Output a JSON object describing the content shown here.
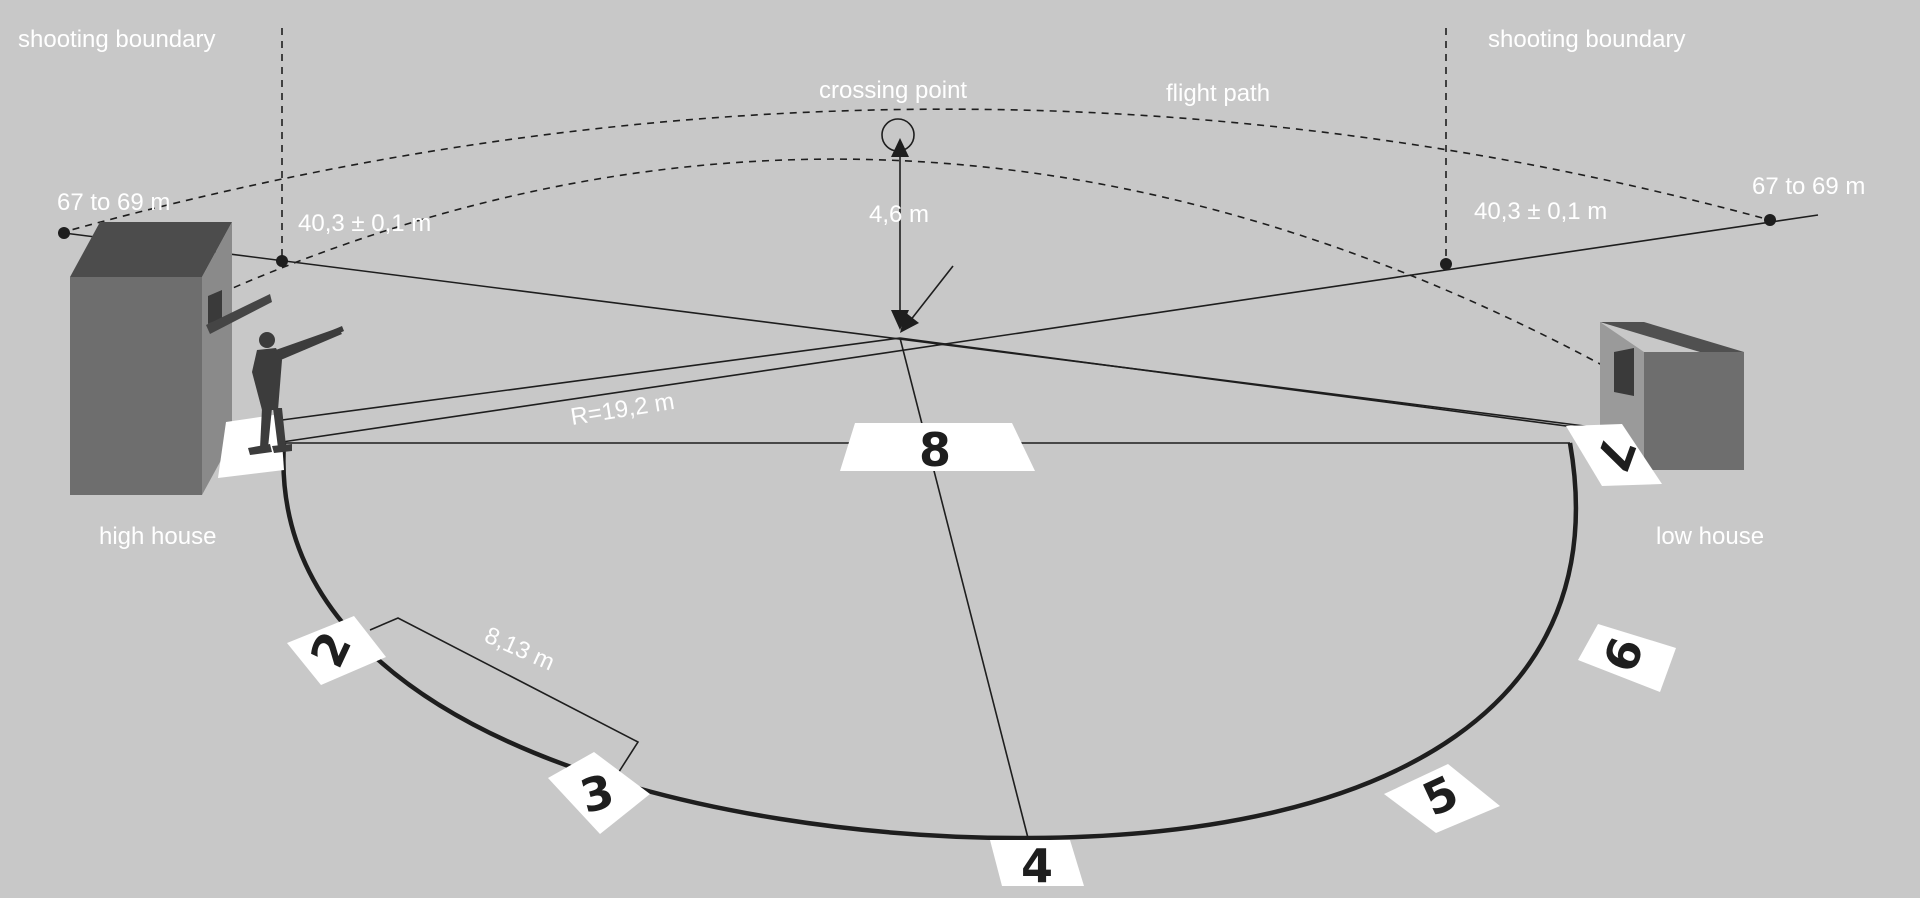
{
  "labels": {
    "shooting_boundary_left": "shooting boundary",
    "shooting_boundary_right": "shooting boundary",
    "crossing_point": "crossing point",
    "flight_path": "flight path",
    "distance_left": "67 to 69 m",
    "distance_right": "67 to 69 m",
    "boundary_distance_left": "40,3 ± 0,1 m",
    "boundary_distance_right": "40,3 ± 0,1 m",
    "height": "4,6 m",
    "radius": "R=19,2 m",
    "station_spacing": "8,13 m",
    "high_house": "high house",
    "low_house": "low house"
  },
  "stations": {
    "s2": "2",
    "s3": "3",
    "s4": "4",
    "s5": "5",
    "s6": "6",
    "s7": "7",
    "s8": "8"
  },
  "colors": {
    "background": "#c8c8c8",
    "line": "#1e1e1e",
    "text": "#ffffff",
    "pad": "#ffffff"
  }
}
